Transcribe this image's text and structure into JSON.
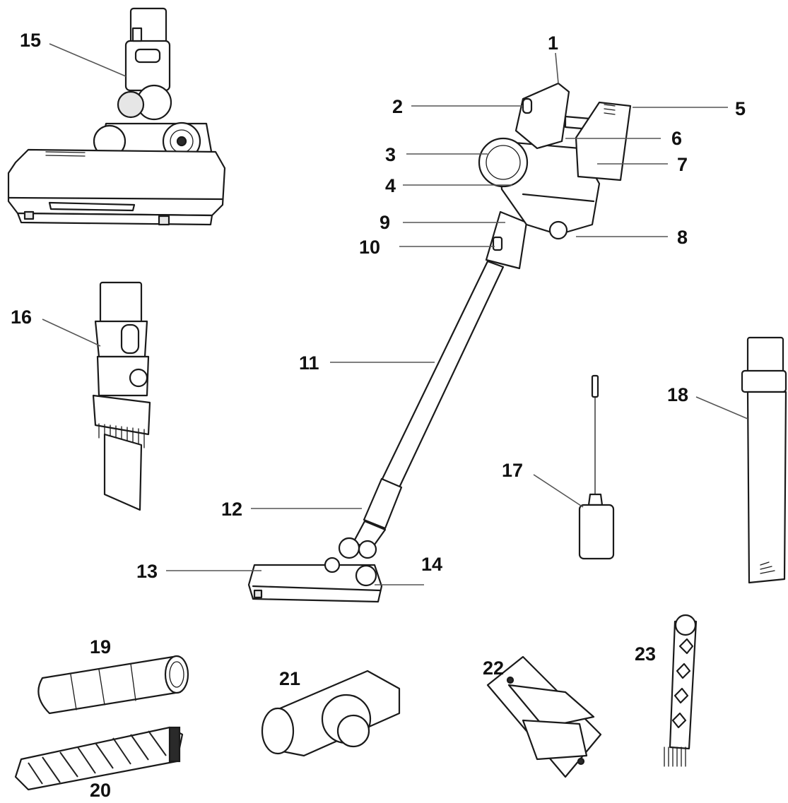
{
  "callouts": [
    {
      "key": "c1",
      "text": "1"
    },
    {
      "key": "c2",
      "text": "2"
    },
    {
      "key": "c3",
      "text": "3"
    },
    {
      "key": "c4",
      "text": "4"
    },
    {
      "key": "c5",
      "text": "5"
    },
    {
      "key": "c6",
      "text": "6"
    },
    {
      "key": "c7",
      "text": "7"
    },
    {
      "key": "c8",
      "text": "8"
    },
    {
      "key": "c9",
      "text": "9"
    },
    {
      "key": "c10",
      "text": "10"
    },
    {
      "key": "c11",
      "text": "11"
    },
    {
      "key": "c12",
      "text": "12"
    },
    {
      "key": "c13",
      "text": "13"
    },
    {
      "key": "c14",
      "text": "14"
    },
    {
      "key": "c15",
      "text": "15"
    },
    {
      "key": "c16",
      "text": "16"
    },
    {
      "key": "c17",
      "text": "17"
    },
    {
      "key": "c18",
      "text": "18"
    },
    {
      "key": "c19",
      "text": "19"
    },
    {
      "key": "c20",
      "text": "20"
    },
    {
      "key": "c21",
      "text": "21"
    },
    {
      "key": "c22",
      "text": "22"
    },
    {
      "key": "c23",
      "text": "23"
    }
  ],
  "labels": {
    "c1": "1",
    "c2": "2",
    "c3": "3",
    "c4": "4",
    "c5": "5",
    "c6": "6",
    "c7": "7",
    "c8": "8",
    "c9": "9",
    "c10": "10",
    "c11": "11",
    "c12": "12",
    "c13": "13",
    "c14": "14",
    "c15": "15",
    "c16": "16",
    "c17": "17",
    "c18": "18",
    "c19": "19",
    "c20": "20",
    "c21": "21",
    "c22": "22",
    "c23": "23"
  }
}
